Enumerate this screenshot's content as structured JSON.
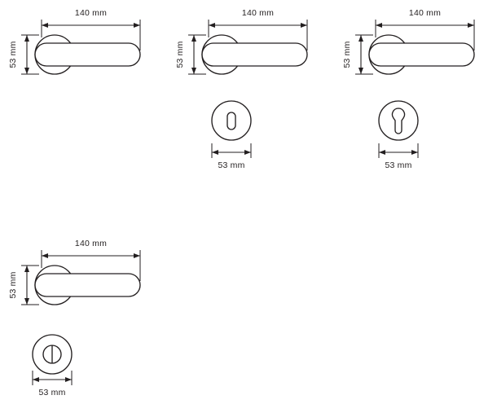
{
  "drawing": {
    "title": "Door handle technical dimension drawing",
    "background_color": "#ffffff",
    "line_color": "#231f20",
    "units": "mm"
  },
  "labels": {
    "lever_width": "140 mm",
    "rose_height": "53 mm",
    "escutcheon_width": "53 mm"
  },
  "groups": [
    {
      "id": "group-1",
      "name": "handle-plain",
      "lever": {
        "width_label": "140 mm",
        "height_label": "53 mm",
        "icon": "door-lever-handle-icon"
      },
      "escutcheon": null
    },
    {
      "id": "group-2",
      "name": "handle-with-keyhole-escutcheon",
      "lever": {
        "width_label": "140 mm",
        "height_label": "53 mm",
        "icon": "door-lever-handle-icon"
      },
      "escutcheon": {
        "width_label": "53 mm",
        "icon": "keyhole-slot-escutcheon-icon",
        "keyhole_type": "oval-slot"
      }
    },
    {
      "id": "group-3",
      "name": "handle-with-euro-cylinder-escutcheon",
      "lever": {
        "width_label": "140 mm",
        "height_label": "53 mm",
        "icon": "door-lever-handle-icon"
      },
      "escutcheon": {
        "width_label": "53 mm",
        "icon": "euro-cylinder-escutcheon-icon",
        "keyhole_type": "euro-profile"
      }
    },
    {
      "id": "group-4",
      "name": "handle-with-thumbturn-escutcheon",
      "lever": {
        "width_label": "140 mm",
        "height_label": "53 mm",
        "icon": "door-lever-handle-icon"
      },
      "escutcheon": {
        "width_label": "53 mm",
        "icon": "thumbturn-escutcheon-icon",
        "keyhole_type": "thumbturn"
      }
    }
  ]
}
